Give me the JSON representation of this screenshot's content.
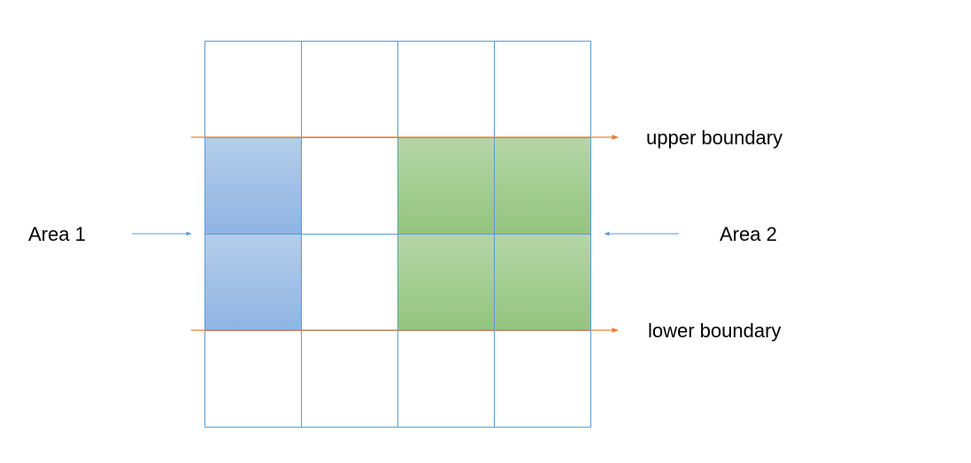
{
  "labels": {
    "area_1": "Area 1",
    "area_2": "Area 2",
    "upper_boundary": "upper boundary",
    "lower_boundary": "lower boundary"
  },
  "grid": {
    "columns": 4,
    "rows": 4,
    "line_color": "#5b9bd5"
  },
  "areas": {
    "area_1": {
      "cells": [
        [
          0,
          1
        ],
        [
          0,
          2
        ]
      ],
      "gradient_top": "#b4cde9",
      "gradient_bottom": "#8fb4e3"
    },
    "area_2": {
      "cells": [
        [
          2,
          1
        ],
        [
          3,
          1
        ],
        [
          2,
          2
        ],
        [
          3,
          2
        ]
      ],
      "gradient_top": "#b5d6a7",
      "gradient_bottom": "#93c47d"
    }
  },
  "boundary_color": "#ed7d31",
  "area_arrow_color": "#5b9bd5"
}
